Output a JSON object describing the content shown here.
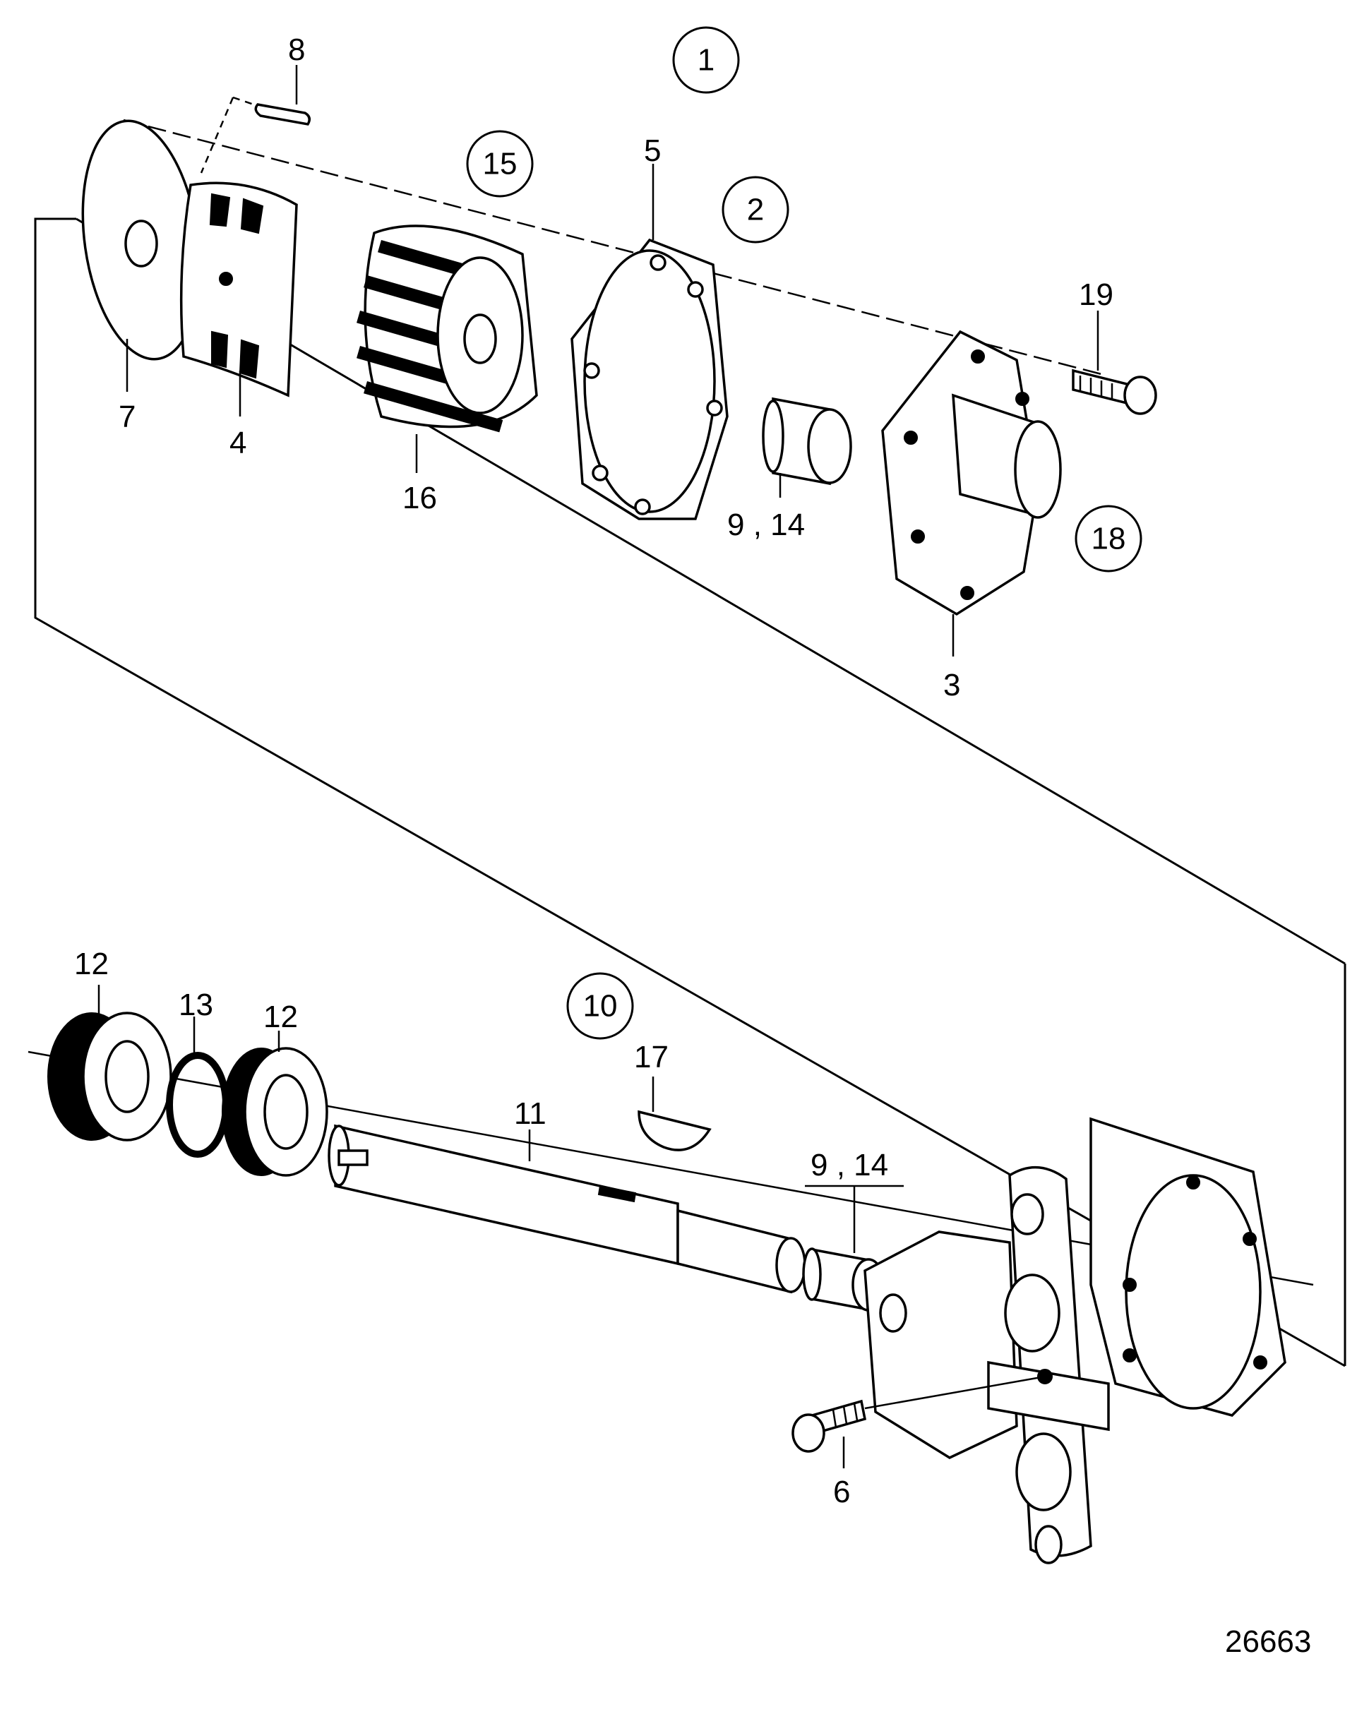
{
  "figure_number": "26663",
  "callouts": [
    {
      "id": "c1",
      "label": "1"
    },
    {
      "id": "c2",
      "label": "2"
    },
    {
      "id": "c10",
      "label": "10"
    },
    {
      "id": "c15",
      "label": "15"
    },
    {
      "id": "c18",
      "label": "18"
    }
  ],
  "labels": {
    "p3": "3",
    "p4": "4",
    "p5": "5",
    "p6": "6",
    "p7": "7",
    "p8": "8",
    "p9_14_top": "9 , 14",
    "p9_14_bottom": "9 , 14",
    "p11": "11",
    "p12_left": "12",
    "p12_right": "12",
    "p13": "13",
    "p16": "16",
    "p17": "17",
    "p19": "19"
  }
}
